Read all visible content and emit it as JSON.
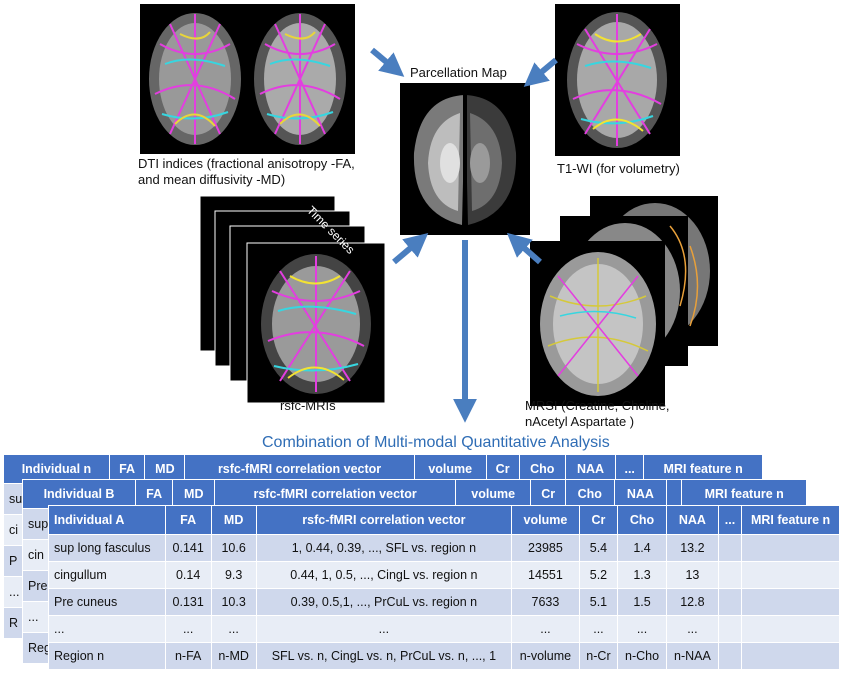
{
  "labels": {
    "dti": "DTI indices (fractional anisotropy -FA, and mean diffusivity -MD)",
    "parcellation": "Parcellation Map",
    "t1": "T1-WI (for volumetry)",
    "time_series": "Time series",
    "rsfc": "rsfc-MRIs",
    "mrsi": "MRSI (Creatine, Choline, nAcetyl Aspartate )",
    "title": "Combination of Multi-modal Quantitative Analysis"
  },
  "back_table_n": {
    "headers": [
      "Individual n",
      "FA",
      "MD",
      "rsfc-fMRI correlation vector",
      "volume",
      "Cr",
      "Cho",
      "NAA",
      "...",
      "MRI feature n"
    ],
    "row_stubs": [
      "su",
      "ci",
      "P",
      "...",
      "R"
    ]
  },
  "back_table_b": {
    "headers": [
      "Individual B",
      "FA",
      "MD",
      "rsfc-fMRI correlation vector",
      "volume",
      "Cr",
      "Cho",
      "NAA",
      "",
      "MRI feature n"
    ],
    "row_stubs": [
      "sup",
      "cin",
      "Pre",
      "...",
      "Reg"
    ]
  },
  "front_table": {
    "headers": [
      "Individual A",
      "FA",
      "MD",
      "rsfc-fMRI correlation vector",
      "volume",
      "Cr",
      "Cho",
      "NAA",
      "...",
      "MRI feature n"
    ],
    "rows": [
      [
        "sup long fasculus",
        "0.141",
        "10.6",
        "1, 0.44, 0.39, ..., SFL vs. region n",
        "23985",
        "5.4",
        "1.4",
        "13.2",
        "",
        ""
      ],
      [
        "cingullum",
        "0.14",
        "9.3",
        "0.44, 1, 0.5, ..., CingL vs. region n",
        "14551",
        "5.2",
        "1.3",
        "13",
        "",
        ""
      ],
      [
        "Pre cuneus",
        "0.131",
        "10.3",
        "0.39, 0.5,1, ..., PrCuL vs. region n",
        "7633",
        "5.1",
        "1.5",
        "12.8",
        "",
        ""
      ],
      [
        "...",
        "...",
        "...",
        "...",
        "...",
        "...",
        "...",
        "...",
        "",
        ""
      ],
      [
        "Region n",
        "n-FA",
        "n-MD",
        "SFL vs. n, CingL vs. n, PrCuL vs. n, ..., 1",
        "n-volume",
        "n-Cr",
        "n-Cho",
        "n-NAA",
        "",
        ""
      ]
    ]
  },
  "colors": {
    "arrow": "#4a7ebf",
    "header": "#4472c4",
    "title": "#2f6db5"
  }
}
